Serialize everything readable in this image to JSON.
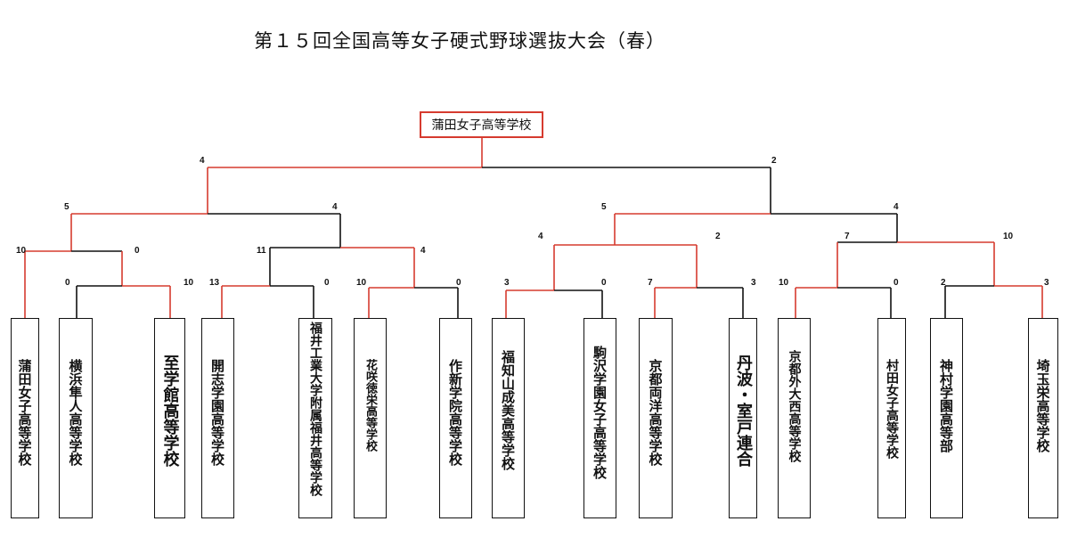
{
  "title": "第１５回全国高等女子硬式野球選抜大会（春）",
  "champion": "蒲田女子高等学校",
  "colors": {
    "winner_line": "#d63b2f",
    "loser_line": "#111111",
    "champion_border": "#d63b2f"
  },
  "teams": [
    "蒲田女子高等学校",
    "横浜隼人高等学校",
    "至学館高等学校",
    "開志学園高等学校",
    "福井工業大学附属福井高等学校",
    "花咲徳栄高等学校",
    "作新学院高等学校",
    "福知山成美高等学校",
    "駒沢学園女子高等学校",
    "京都両洋高等学校",
    "丹波・室戸連合",
    "京都外大西高等学校",
    "村田女子高等学校",
    "神村学園高等部",
    "埼玉栄高等学校"
  ],
  "scores": {
    "final": [
      "4",
      "2"
    ],
    "semi_left": [
      "5",
      "4"
    ],
    "semi_right": [
      "5",
      "4"
    ],
    "qf1": [
      "10",
      "0"
    ],
    "qf2": [
      "11",
      "4"
    ],
    "qf3": [
      "4",
      "2"
    ],
    "qf4": [
      "7",
      "10"
    ],
    "r1_yokohama_shigakukan": [
      "0",
      "10"
    ],
    "r1_kaishi_fukui": [
      "13",
      "0"
    ],
    "r1_hanasaki_sakushin": [
      "10",
      "0"
    ],
    "r1_fukuchiyama_komazawa": [
      "3",
      "0"
    ],
    "r1_kyotoryoyo_tanba": [
      "7",
      "3"
    ],
    "r1_kyotogaidai_murata": [
      "10",
      "0"
    ],
    "r1_kamimura_saitama": [
      "2",
      "3"
    ]
  }
}
